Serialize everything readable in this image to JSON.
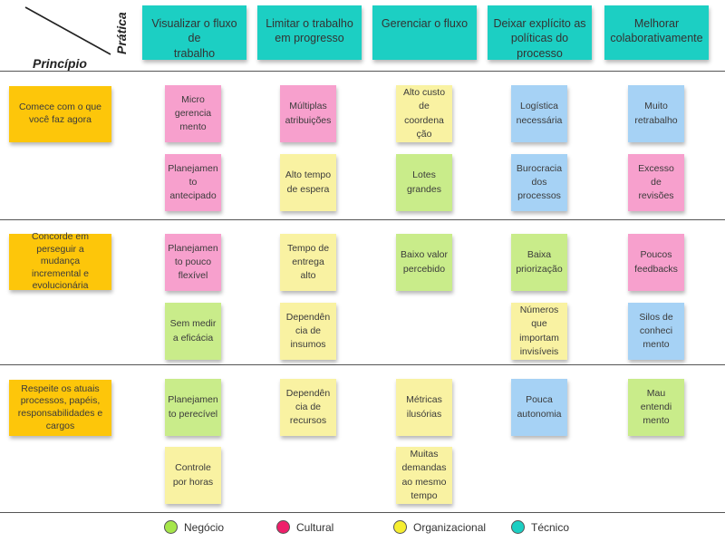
{
  "corner": {
    "principle_label": "Princípio",
    "practice_label": "Prática"
  },
  "colors": {
    "header": "#1ccfc3",
    "principle": "#fdc60a",
    "negocio": "#c9ec8a",
    "cultural": "#f7a0cd",
    "organizacional": "#f9f2a2",
    "tecnico": "#a6d2f5",
    "line": "#555555"
  },
  "practices": [
    "Visualizar o fluxo de\ntrabalho",
    "Limitar o trabalho\nem progresso",
    "Gerenciar o fluxo",
    "Deixar explícito as\npolíticas do\nprocesso",
    "Melhorar\ncolaborativamente"
  ],
  "principles": [
    "Comece com o que\nvocê faz agora",
    "Concorde em\nperseguir a mudança\nincremental e\nevolucionária",
    "Respeite os atuais\nprocessos, papéis,\nresponsabilidades e\ncargos"
  ],
  "notes": [
    {
      "row": 0,
      "col": 0,
      "slot": 0,
      "text": "Micro\ngerencia\nmento",
      "cat": "cultural"
    },
    {
      "row": 0,
      "col": 0,
      "slot": 1,
      "text": "Planejamen\nto\nantecipado",
      "cat": "cultural"
    },
    {
      "row": 0,
      "col": 1,
      "slot": 0,
      "text": "Múltiplas\natribuições",
      "cat": "cultural"
    },
    {
      "row": 0,
      "col": 1,
      "slot": 1,
      "text": "Alto tempo\nde espera",
      "cat": "organizacional"
    },
    {
      "row": 0,
      "col": 2,
      "slot": 0,
      "text": "Alto custo\nde\ncoordena\nção",
      "cat": "organizacional"
    },
    {
      "row": 0,
      "col": 2,
      "slot": 1,
      "text": "Lotes\ngrandes",
      "cat": "negocio"
    },
    {
      "row": 0,
      "col": 3,
      "slot": 0,
      "text": "Logística\nnecessária",
      "cat": "tecnico"
    },
    {
      "row": 0,
      "col": 3,
      "slot": 1,
      "text": "Burocracia\ndos\nprocessos",
      "cat": "tecnico"
    },
    {
      "row": 0,
      "col": 4,
      "slot": 0,
      "text": "Muito\nretrabalho",
      "cat": "tecnico"
    },
    {
      "row": 0,
      "col": 4,
      "slot": 1,
      "text": "Excesso de\nrevisões",
      "cat": "cultural"
    },
    {
      "row": 1,
      "col": 0,
      "slot": 0,
      "text": "Planejamen\nto pouco\nflexível",
      "cat": "cultural"
    },
    {
      "row": 1,
      "col": 0,
      "slot": 1,
      "text": "Sem medir\na eficácia",
      "cat": "negocio"
    },
    {
      "row": 1,
      "col": 1,
      "slot": 0,
      "text": "Tempo de\nentrega\nalto",
      "cat": "organizacional"
    },
    {
      "row": 1,
      "col": 1,
      "slot": 1,
      "text": "Dependên\ncia de\ninsumos",
      "cat": "organizacional"
    },
    {
      "row": 1,
      "col": 2,
      "slot": 0,
      "text": "Baixo valor\npercebido",
      "cat": "negocio"
    },
    {
      "row": 1,
      "col": 3,
      "slot": 0,
      "text": "Baixa\npriorização",
      "cat": "negocio"
    },
    {
      "row": 1,
      "col": 3,
      "slot": 1,
      "text": "Números\nque\nimportam\ninvisíveis",
      "cat": "organizacional"
    },
    {
      "row": 1,
      "col": 4,
      "slot": 0,
      "text": "Poucos\nfeedbacks",
      "cat": "cultural"
    },
    {
      "row": 1,
      "col": 4,
      "slot": 1,
      "text": "Silos de\nconheci\nmento",
      "cat": "tecnico"
    },
    {
      "row": 2,
      "col": 0,
      "slot": 0,
      "text": "Planejamen\nto perecível",
      "cat": "negocio"
    },
    {
      "row": 2,
      "col": 0,
      "slot": 1,
      "text": "Controle\npor horas",
      "cat": "organizacional"
    },
    {
      "row": 2,
      "col": 1,
      "slot": 0,
      "text": "Dependên\ncia de\nrecursos",
      "cat": "organizacional"
    },
    {
      "row": 2,
      "col": 2,
      "slot": 0,
      "text": "Métricas\nilusórias",
      "cat": "organizacional"
    },
    {
      "row": 2,
      "col": 2,
      "slot": 1,
      "text": "Muitas\ndemandas\nao mesmo\ntempo",
      "cat": "organizacional"
    },
    {
      "row": 2,
      "col": 3,
      "slot": 0,
      "text": "Pouca\nautonomia",
      "cat": "tecnico"
    },
    {
      "row": 2,
      "col": 4,
      "slot": 0,
      "text": "Mau\nentendi\nmento",
      "cat": "negocio"
    }
  ],
  "legend": [
    {
      "label": "Negócio",
      "color": "#a6e64a"
    },
    {
      "label": "Cultural",
      "color": "#ee1f6a"
    },
    {
      "label": "Organizacional",
      "color": "#f6ee30"
    },
    {
      "label": "Técnico",
      "color": "#1ccfc3"
    }
  ]
}
